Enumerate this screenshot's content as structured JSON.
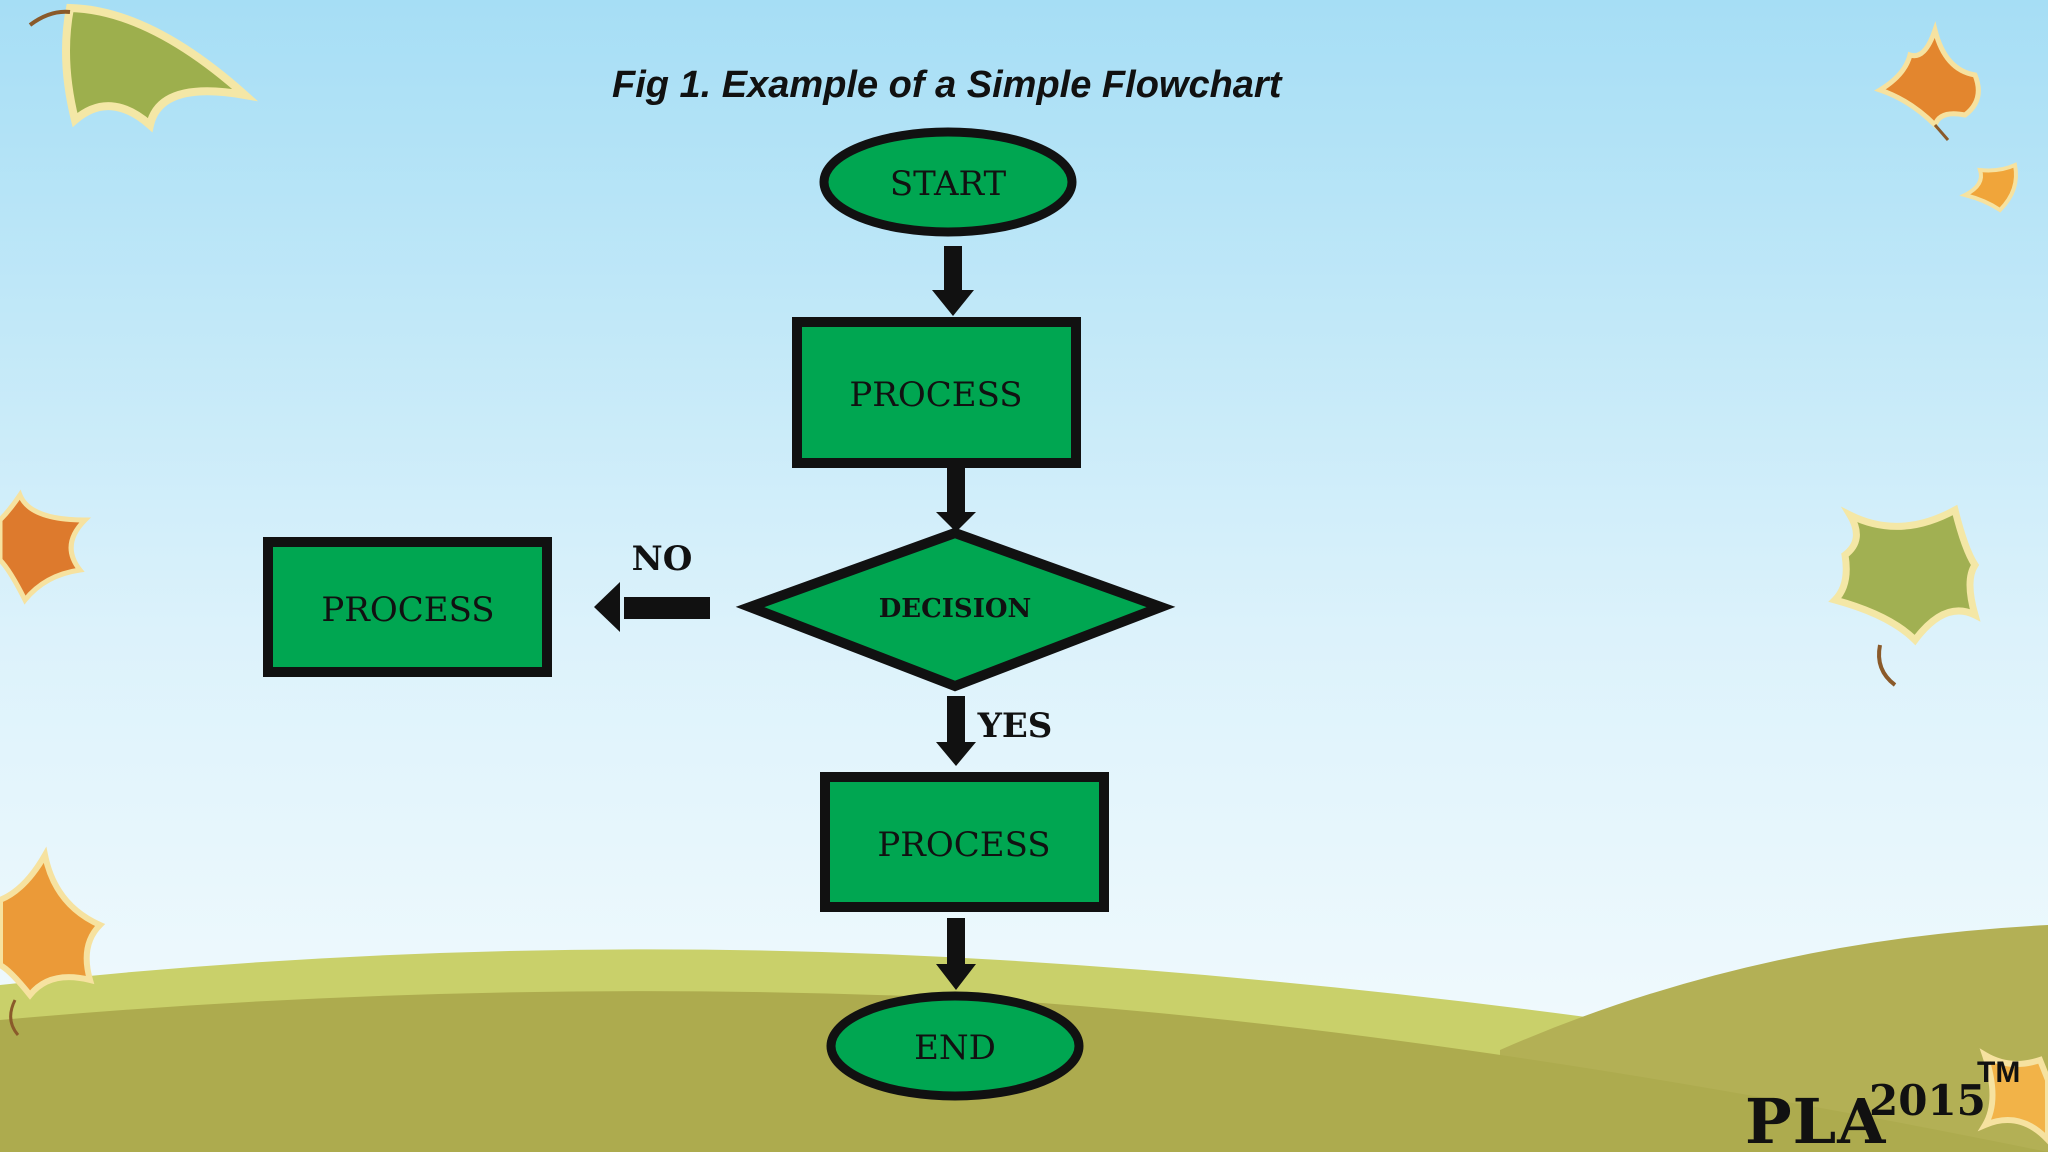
{
  "title": "Fig 1. Example of a Simple Flowchart",
  "nodes": {
    "start": "START",
    "process_1": "PROCESS",
    "decision": "DECISION",
    "process_no": "PROCESS",
    "process_yes": "PROCESS",
    "end": "END"
  },
  "edges": {
    "no_label": "NO",
    "yes_label": "YES"
  },
  "badge": {
    "text": "PLA",
    "year": "2015",
    "trademark": "TM"
  },
  "colors": {
    "node_fill": "#00a651",
    "node_stroke": "#111111",
    "sky_top": "#a9dff5",
    "sky_bottom": "#f2fbfe",
    "hill_light": "#c8cf66",
    "hill_dark": "#adab4e"
  }
}
